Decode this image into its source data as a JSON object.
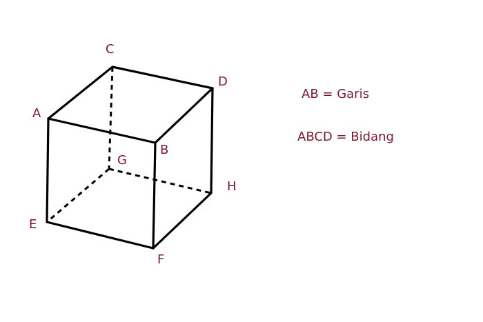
{
  "colors": {
    "edge": "#000000",
    "text": "#7a1a2e",
    "background": "#ffffff"
  },
  "vertices": {
    "A": "A",
    "B": "B",
    "C": "C",
    "D": "D",
    "E": "E",
    "F": "F",
    "G": "G",
    "H": "H"
  },
  "notes": {
    "line_example": "AB = Garis",
    "plane_example": "ABCD = Bidang"
  }
}
